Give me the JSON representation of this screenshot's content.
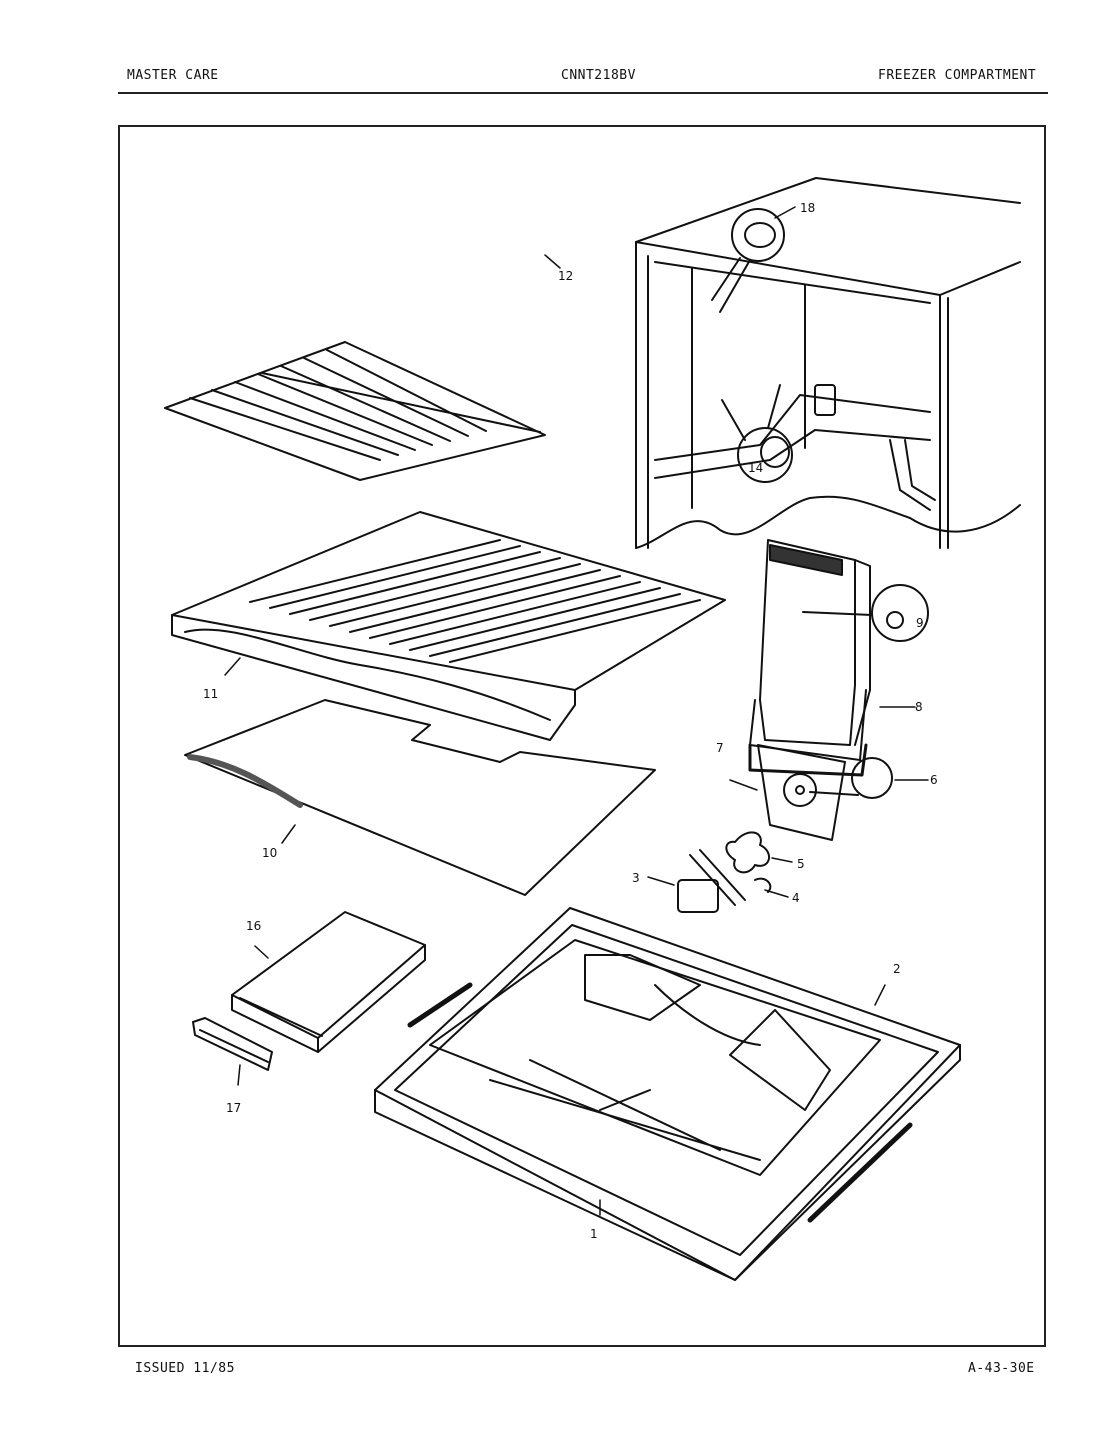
{
  "header": {
    "brand": "MASTER CARE",
    "model": "CNNT218BV",
    "section": "FREEZER COMPARTMENT"
  },
  "footer": {
    "issued": "ISSUED 11/85",
    "code": "A-43-30E"
  },
  "callouts": [
    "1",
    "2",
    "3",
    "4",
    "5",
    "6",
    "7",
    "8",
    "9",
    "10",
    "11",
    "12",
    "14",
    "16",
    "17",
    "18"
  ],
  "colors": {
    "ink": "#111111",
    "paper": "#ffffff"
  }
}
